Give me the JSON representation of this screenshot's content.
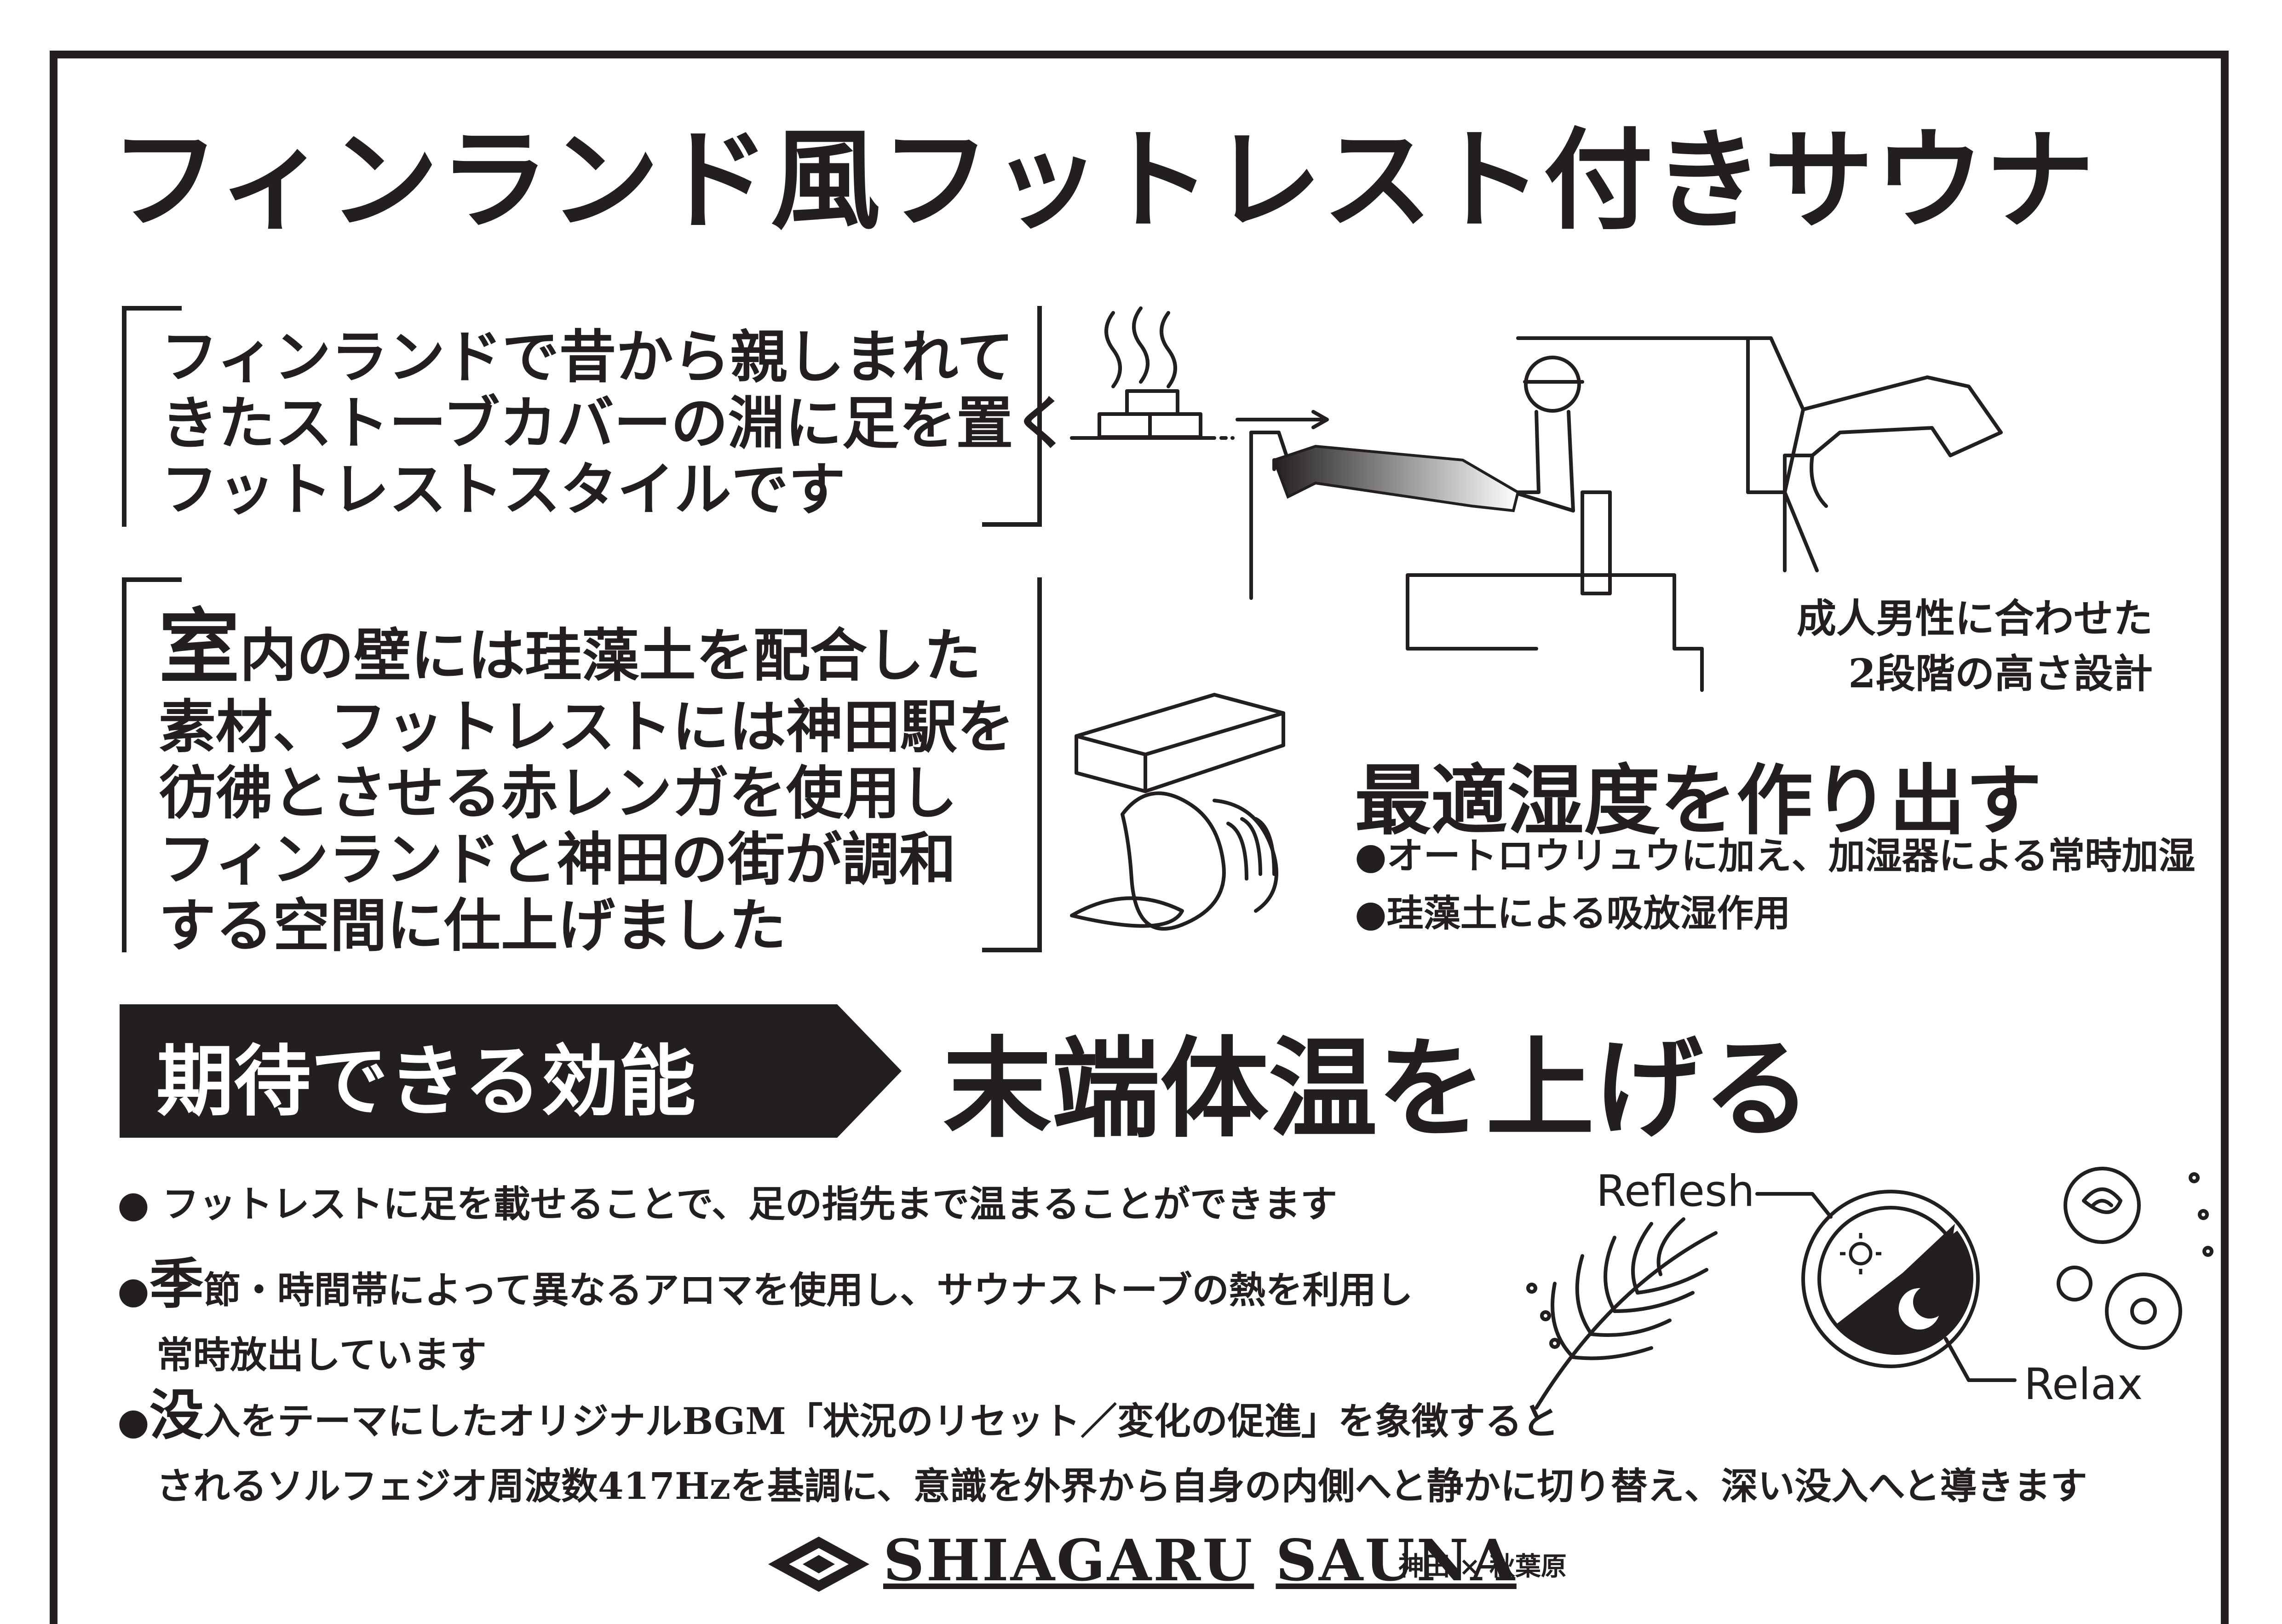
{
  "title": "フィンランド風フットレスト付きサウナ",
  "intro": {
    "line1": "フィンランドで昔から親しまれて",
    "line2": "きたストーブカバーの淵に足を置く",
    "line3": "フットレストスタイルです"
  },
  "material": {
    "drop_cap": "室",
    "line1_rest": "内の壁には珪藻土を配合した",
    "line2": "素材、フットレストには神田駅を",
    "line3": "彷彿とさせる赤レンガを使用し",
    "line4": "フィンランドと神田の街が調和",
    "line5": "する空間に仕上げました"
  },
  "height_caption": {
    "line1": "成人男性に合わせた",
    "line2": "2段階の高さ設計"
  },
  "humidity": {
    "heading": "最適湿度を作り出す",
    "bullet1": "●オートロウリュウに加え、加湿器による常時加湿",
    "bullet2": "●珪藻土による吸放湿作用"
  },
  "effect": {
    "banner": "期待できる効能",
    "headline": "末端体温を上げる"
  },
  "benefits": {
    "b1": "● フットレストに足を載せることで、足の指先まで温まることができます",
    "b2_cap": "季",
    "b2_rest": "節・時間帯によって異なるアロマを使用し、サウナストーブの熱を利用し",
    "b2_line2": "常時放出しています",
    "b3_cap": "没",
    "b3_rest": "入をテーマにしたオリジナルBGM「状況のリセット／変化の促進」を象徴すると",
    "b3_line2": "されるソルフェジオ周波数417Hzを基調に、意識を外界から自身の内側へと静かに切り替え、深い没入へと導きます"
  },
  "mood": {
    "reflesh": "Reflesh",
    "relax": "Relax"
  },
  "footer": {
    "brand1": "SHIAGARU",
    "brand2": "SAUNA",
    "location": "神田 × 秋葉原"
  },
  "colors": {
    "ink": "#231f20",
    "paper": "#ffffff"
  }
}
